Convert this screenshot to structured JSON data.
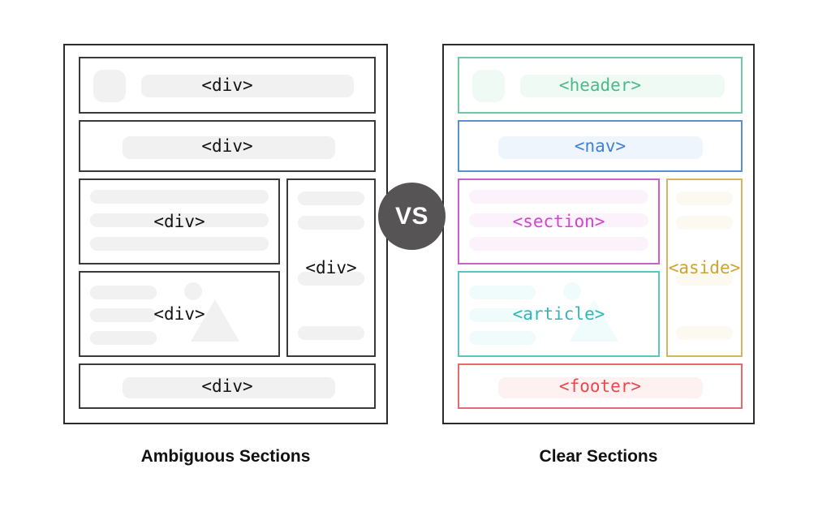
{
  "comparison": {
    "vs_label": "VS",
    "accent_divider_color": "#575456"
  },
  "left_panel": {
    "caption": "Ambiguous Sections",
    "frame_color": "#2b2b2b",
    "boxes": [
      {
        "role": "header",
        "tag": "<div>",
        "color": "#141414"
      },
      {
        "role": "nav",
        "tag": "<div>",
        "color": "#141414"
      },
      {
        "role": "section",
        "tag": "<div>",
        "color": "#141414"
      },
      {
        "role": "article",
        "tag": "<div>",
        "color": "#141414"
      },
      {
        "role": "aside",
        "tag": "<div>",
        "color": "#141414"
      },
      {
        "role": "footer",
        "tag": "<div>",
        "color": "#141414"
      }
    ]
  },
  "right_panel": {
    "caption": "Clear Sections",
    "frame_color": "#2b2b2b",
    "boxes": [
      {
        "role": "header",
        "tag": "<header>",
        "color": "#4cb98b"
      },
      {
        "role": "nav",
        "tag": "<nav>",
        "color": "#3f82d1"
      },
      {
        "role": "section",
        "tag": "<section>",
        "color": "#cc48cc"
      },
      {
        "role": "article",
        "tag": "<article>",
        "color": "#36b5b5"
      },
      {
        "role": "aside",
        "tag": "<aside>",
        "color": "#d1a231"
      },
      {
        "role": "footer",
        "tag": "<footer>",
        "color": "#e8494f"
      }
    ]
  }
}
